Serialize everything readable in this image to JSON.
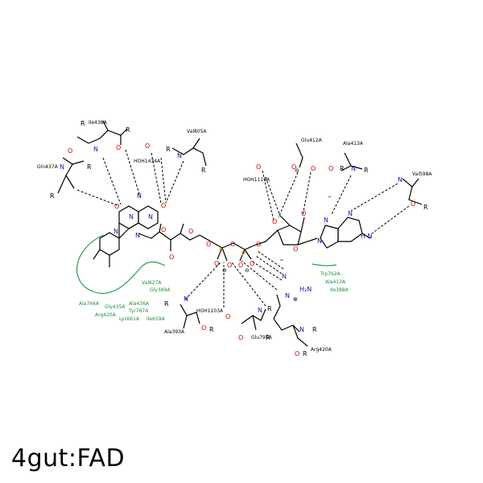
{
  "caption": "4gut:FAD",
  "residue_labels": [
    "Ile438A",
    "Gln437A",
    "Val805A",
    "HOH1434A",
    "Glu412A",
    "Ala413A",
    "Val598A",
    "HOH1119A",
    "Ala393A",
    "HOH1103A",
    "Glu795A",
    "Arg420A"
  ],
  "hydrophobic_labels": [
    "Val627A",
    "Gly389A",
    "Ala766A",
    "Ala436A",
    "Gly435A",
    "Tyr767A",
    "Arg420A",
    "Lys661A",
    "Ile659A",
    "Trp762A",
    "Ala413A",
    "Ile388A"
  ],
  "colors": {
    "hydrophobic": "#1f8f3a",
    "oxygen": "#d00000",
    "nitrogen": "#1010c0",
    "phosphorus": "#e08000"
  }
}
